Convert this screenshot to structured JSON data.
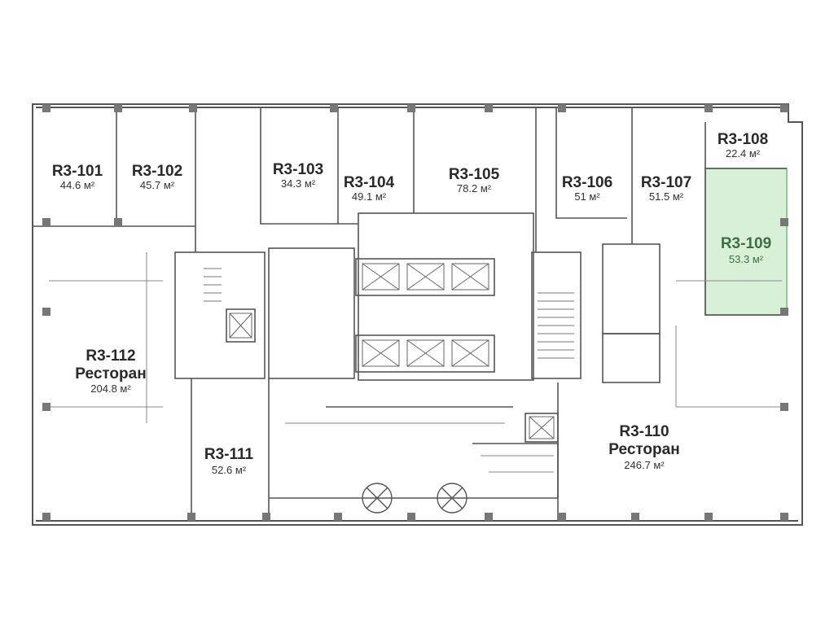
{
  "plan": {
    "colors": {
      "background": "#ffffff",
      "wall": "#555555",
      "thin_line": "#8a8a8a",
      "highlight_fill": "#d9f0d8",
      "highlight_stroke": "#93c993",
      "highlight_text": "#3f6e45"
    },
    "rooms": [
      {
        "id": "R3-101",
        "area": "44.6 м²"
      },
      {
        "id": "R3-102",
        "area": "45.7 м²"
      },
      {
        "id": "R3-103",
        "area": "34.3 м²"
      },
      {
        "id": "R3-104",
        "area": "49.1 м²"
      },
      {
        "id": "R3-105",
        "area": "78.2 м²"
      },
      {
        "id": "R3-106",
        "area": "51 м²"
      },
      {
        "id": "R3-107",
        "area": "51.5 м²"
      },
      {
        "id": "R3-108",
        "area": "22.4 м²"
      },
      {
        "id": "R3-109",
        "area": "53.3 м²",
        "highlighted": true
      },
      {
        "id": "R3-110",
        "type": "Ресторан",
        "area": "246.7 м²"
      },
      {
        "id": "R3-111",
        "area": "52.6 м²"
      },
      {
        "id": "R3-112",
        "type": "Ресторан",
        "area": "204.8 м²"
      }
    ]
  }
}
